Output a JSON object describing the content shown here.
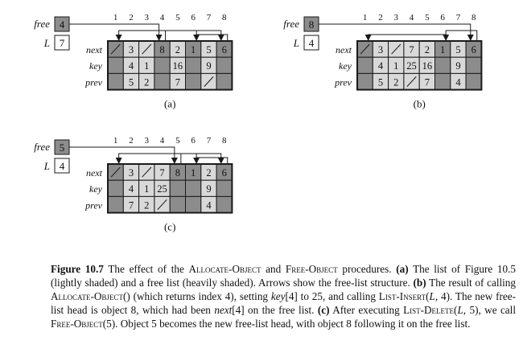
{
  "colors": {
    "heavy": "#8c8c8c",
    "light": "#d9d9d9",
    "white": "#ffffff",
    "line": "#1a1a1a"
  },
  "labels": {
    "free": "free",
    "L": "L",
    "next": "next",
    "key": "key",
    "prev": "prev",
    "slash": "/"
  },
  "indices": [
    "1",
    "2",
    "3",
    "4",
    "5",
    "6",
    "7",
    "8"
  ],
  "panels": [
    {
      "id": "a",
      "caption": "(a)",
      "free": "4",
      "L": "7",
      "cells": [
        {
          "fill": "heavy",
          "next": "/",
          "key": "",
          "prev": ""
        },
        {
          "fill": "light",
          "next": "3",
          "key": "4",
          "prev": "5"
        },
        {
          "fill": "light",
          "next": "/",
          "key": "1",
          "prev": "2"
        },
        {
          "fill": "heavy",
          "next": "8",
          "key": "",
          "prev": ""
        },
        {
          "fill": "light",
          "next": "2",
          "key": "16",
          "prev": "7"
        },
        {
          "fill": "heavy",
          "next": "1",
          "key": "",
          "prev": ""
        },
        {
          "fill": "light",
          "next": "5",
          "key": "9",
          "prev": "/"
        },
        {
          "fill": "heavy",
          "next": "6",
          "key": "",
          "prev": ""
        }
      ],
      "free_arrows": [
        [
          4,
          8
        ],
        [
          8,
          6
        ],
        [
          6,
          1
        ]
      ]
    },
    {
      "id": "b",
      "caption": "(b)",
      "free": "8",
      "L": "4",
      "cells": [
        {
          "fill": "heavy",
          "next": "/",
          "key": "",
          "prev": ""
        },
        {
          "fill": "light",
          "next": "3",
          "key": "4",
          "prev": "5"
        },
        {
          "fill": "light",
          "next": "/",
          "key": "1",
          "prev": "2"
        },
        {
          "fill": "light",
          "next": "7",
          "key": "25",
          "prev": "/"
        },
        {
          "fill": "light",
          "next": "2",
          "key": "16",
          "prev": "7"
        },
        {
          "fill": "heavy",
          "next": "1",
          "key": "",
          "prev": ""
        },
        {
          "fill": "light",
          "next": "5",
          "key": "9",
          "prev": "4"
        },
        {
          "fill": "heavy",
          "next": "6",
          "key": "",
          "prev": ""
        }
      ],
      "free_arrows": [
        [
          8,
          6
        ],
        [
          6,
          1
        ]
      ]
    },
    {
      "id": "c",
      "caption": "(c)",
      "free": "5",
      "L": "4",
      "cells": [
        {
          "fill": "heavy",
          "next": "/",
          "key": "",
          "prev": ""
        },
        {
          "fill": "light",
          "next": "3",
          "key": "4",
          "prev": "7"
        },
        {
          "fill": "light",
          "next": "/",
          "key": "1",
          "prev": "2"
        },
        {
          "fill": "light",
          "next": "7",
          "key": "25",
          "prev": "/"
        },
        {
          "fill": "heavy",
          "next": "8",
          "key": "",
          "prev": ""
        },
        {
          "fill": "heavy",
          "next": "1",
          "key": "",
          "prev": ""
        },
        {
          "fill": "light",
          "next": "2",
          "key": "9",
          "prev": "4"
        },
        {
          "fill": "heavy",
          "next": "6",
          "key": "",
          "prev": ""
        }
      ],
      "free_arrows": [
        [
          5,
          8
        ],
        [
          8,
          6
        ],
        [
          6,
          1
        ]
      ]
    }
  ],
  "caption": {
    "fig_label": "Figure 10.7",
    "t1": "  The effect of the ",
    "allocate": "Allocate-Object",
    "t2": " and ",
    "free_obj": "Free-Object",
    "t3": " procedures. ",
    "a_label": "(a)",
    "t4": " The list of Figure 10.5 (lightly shaded) and a free list (heavily shaded). Arrows show the free-list structure. ",
    "b_label": "(b)",
    "t5": " The result of calling ",
    "allocate2": "Allocate-Object",
    "t6": "() (which returns index 4), setting ",
    "key_word": "key",
    "t7": "[4] to 25, and calling ",
    "list_insert": "List-Insert",
    "t8": "(",
    "l1": "L",
    "t9": ", 4). The new free-list head is object 8, which had been ",
    "next_word": "next",
    "t10": "[4] on the free list. ",
    "c_label": "(c)",
    "t11": " After executing ",
    "list_delete": "List-Delete",
    "t12": "(",
    "l2": "L",
    "t13": ", 5), we call ",
    "free_obj2": "Free-Object",
    "t14": "(5). Object 5 becomes the new free-list head, with object 8 following it on the free list."
  }
}
